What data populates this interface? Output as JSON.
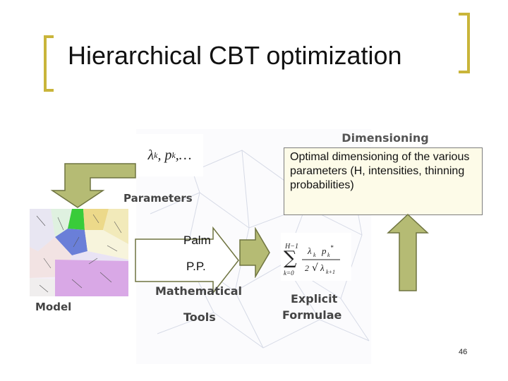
{
  "title": "Hierarchical CBT optimization",
  "labels": {
    "parameters": "Parameters",
    "dimensioning": "Dimensioning",
    "palm": "Palm",
    "pp": "P.P.",
    "mathematical": "Mathematical",
    "tools": "Tools",
    "explicit": "Explicit",
    "formulae": "Formulae",
    "model": "Model"
  },
  "dimensioning_text": "Optimal dimensioning of the various parameters (H, intensities, thinning probabilities)",
  "page_number": "46",
  "colors": {
    "bracket": "#c9b53a",
    "arrow_fill": "#b5bb74",
    "arrow_stroke": "#6f7440",
    "box_fill": "#fdfbe8"
  }
}
